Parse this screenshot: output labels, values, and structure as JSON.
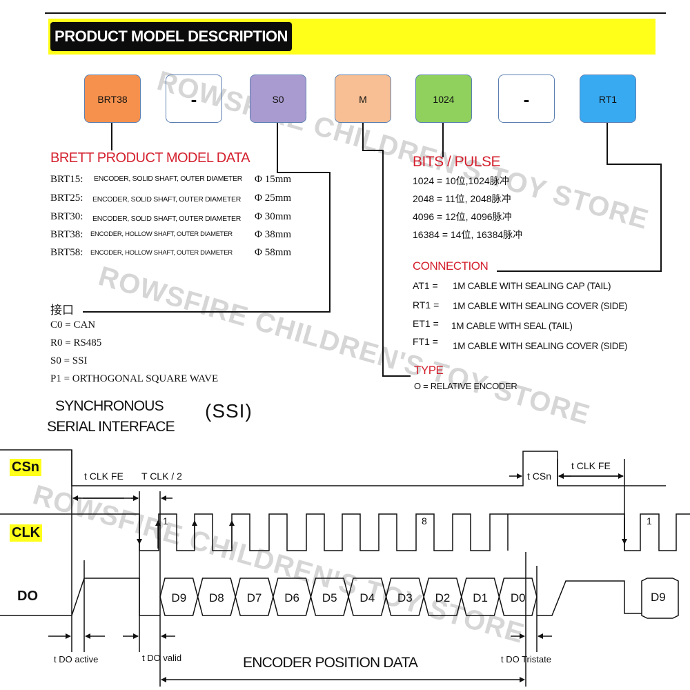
{
  "header": {
    "title": "PRODUCT MODEL DESCRIPTION"
  },
  "model_boxes": [
    {
      "label": "BRT38",
      "color": "#f6914d"
    },
    {
      "label": "-",
      "color": "#ffffff"
    },
    {
      "label": "S0",
      "color": "#a99bcf"
    },
    {
      "label": "M",
      "color": "#f7bf93"
    },
    {
      "label": "1024",
      "color": "#8fd15c"
    },
    {
      "label": "-",
      "color": "#ffffff"
    },
    {
      "label": "RT1",
      "color": "#38aaf1"
    }
  ],
  "product_data": {
    "title": "BRETT PRODUCT MODEL DATA",
    "rows": [
      {
        "code": "BRT15:",
        "desc": "ENCODER, SOLID SHAFT, OUTER DIAMETER",
        "dia": "Φ 15mm"
      },
      {
        "code": "BRT25:",
        "desc": "ENCODER, SOLID SHAFT, OUTER DIAMETER",
        "dia": "Φ 25mm"
      },
      {
        "code": "BRT30:",
        "desc": "ENCODER, SOLID SHAFT, OUTER DIAMETER",
        "dia": "Φ 30mm"
      },
      {
        "code": "BRT38:",
        "desc": "ENCODER, HOLLOW SHAFT, OUTER DIAMETER",
        "dia": "Φ 38mm"
      },
      {
        "code": "BRT58:",
        "desc": "ENCODER, HOLLOW SHAFT, OUTER DIAMETER",
        "dia": "Φ 58mm"
      }
    ]
  },
  "interface": {
    "title": "接口",
    "rows": [
      "C0 = CAN",
      "R0 = RS485",
      "S0 = SSI",
      "P1 = ORTHOGONAL SQUARE WAVE"
    ]
  },
  "bits": {
    "title": "BITS / PULSE",
    "rows": [
      "1024 = 10位,1024脉冲",
      "2048 = 11位, 2048脉冲",
      "4096 = 12位, 4096脉冲",
      "16384 = 14位, 16384脉冲"
    ]
  },
  "connection": {
    "title": "CONNECTION",
    "rows": [
      {
        "code": "AT1 =",
        "desc": "1M CABLE WITH SEALING CAP (TAIL)"
      },
      {
        "code": "RT1 =",
        "desc": "1M CABLE WITH SEALING COVER (SIDE)"
      },
      {
        "code": "ET1 =",
        "desc": "1M CABLE WITH SEAL (TAIL)"
      },
      {
        "code": "FT1 =",
        "desc": "1M CABLE WITH SEALING COVER (SIDE)"
      }
    ]
  },
  "type": {
    "title": "TYPE",
    "row": "O = RELATIVE ENCODER"
  },
  "ssi": {
    "line1": "SYNCHRONOUS",
    "line2": "SERIAL INTERFACE",
    "abbr": "(SSI)"
  },
  "timing": {
    "signals": {
      "cs": "CSn",
      "clk": "CLK",
      "do": "DO"
    },
    "t_clk_fe_1": "t CLK FE",
    "t_clk_2": "T CLK / 2",
    "t_csn": "t CSn",
    "t_clk_fe_2": "t CLK FE",
    "pulse_1": "1",
    "pulse_8": "8",
    "pulse_1b": "1",
    "bits": [
      "D9",
      "D8",
      "D7",
      "D6",
      "D5",
      "D4",
      "D3",
      "D2",
      "D1",
      "D0"
    ],
    "bit_next": "D9",
    "t_do_active": "t DO active",
    "t_do_valid": "t DO valid",
    "t_do_tristate": "t DO Tristate",
    "position_data": "ENCODER POSITION DATA"
  },
  "watermarks": [
    "ROWSFIRE CHILDREN'S TOY STORE",
    "ROWSFIRE CHILDREN'S TOY STORE",
    "ROWSFIRE CHILDREN'S TOY STORE"
  ]
}
